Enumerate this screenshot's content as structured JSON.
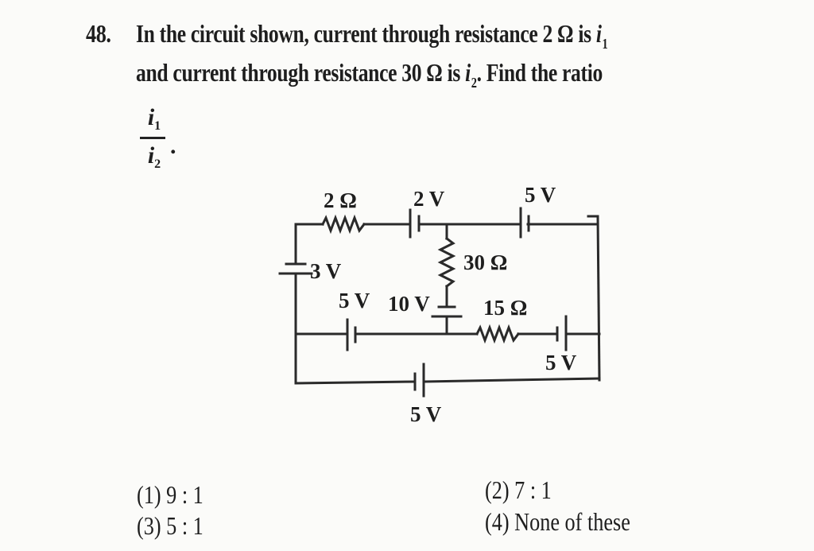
{
  "question": {
    "number": "48.",
    "line1_text": "In the circuit shown, current through resistance 2 Ω is ",
    "line1_var": "i",
    "line1_sub": "1",
    "line2_text": "and current through resistance 30 Ω is ",
    "line2_var": "i",
    "line2_sub": "2",
    "line2_end": ". Find the ratio",
    "fraction": {
      "numerator_var": "i",
      "numerator_sub": "1",
      "denominator_var": "i",
      "denominator_sub": "2",
      "trailing": "."
    }
  },
  "circuit": {
    "labels": {
      "r_top": "2 Ω",
      "cell_top_mid": "2 V",
      "cell_top_right": "5 V",
      "r_vertical": "30 Ω",
      "cell_left": "3 V",
      "cell_mid_left": "5 V",
      "cell_vertical": "10 V",
      "r_mid": "15 Ω",
      "cell_mid_right": "5 V",
      "cell_bottom": "5 V"
    }
  },
  "options": [
    {
      "index": "(1)",
      "text": "9 : 1"
    },
    {
      "index": "(2)",
      "text": "7 : 1"
    },
    {
      "index": "(3)",
      "text": "5 : 1"
    },
    {
      "index": "(4)",
      "text": "None of these"
    }
  ]
}
